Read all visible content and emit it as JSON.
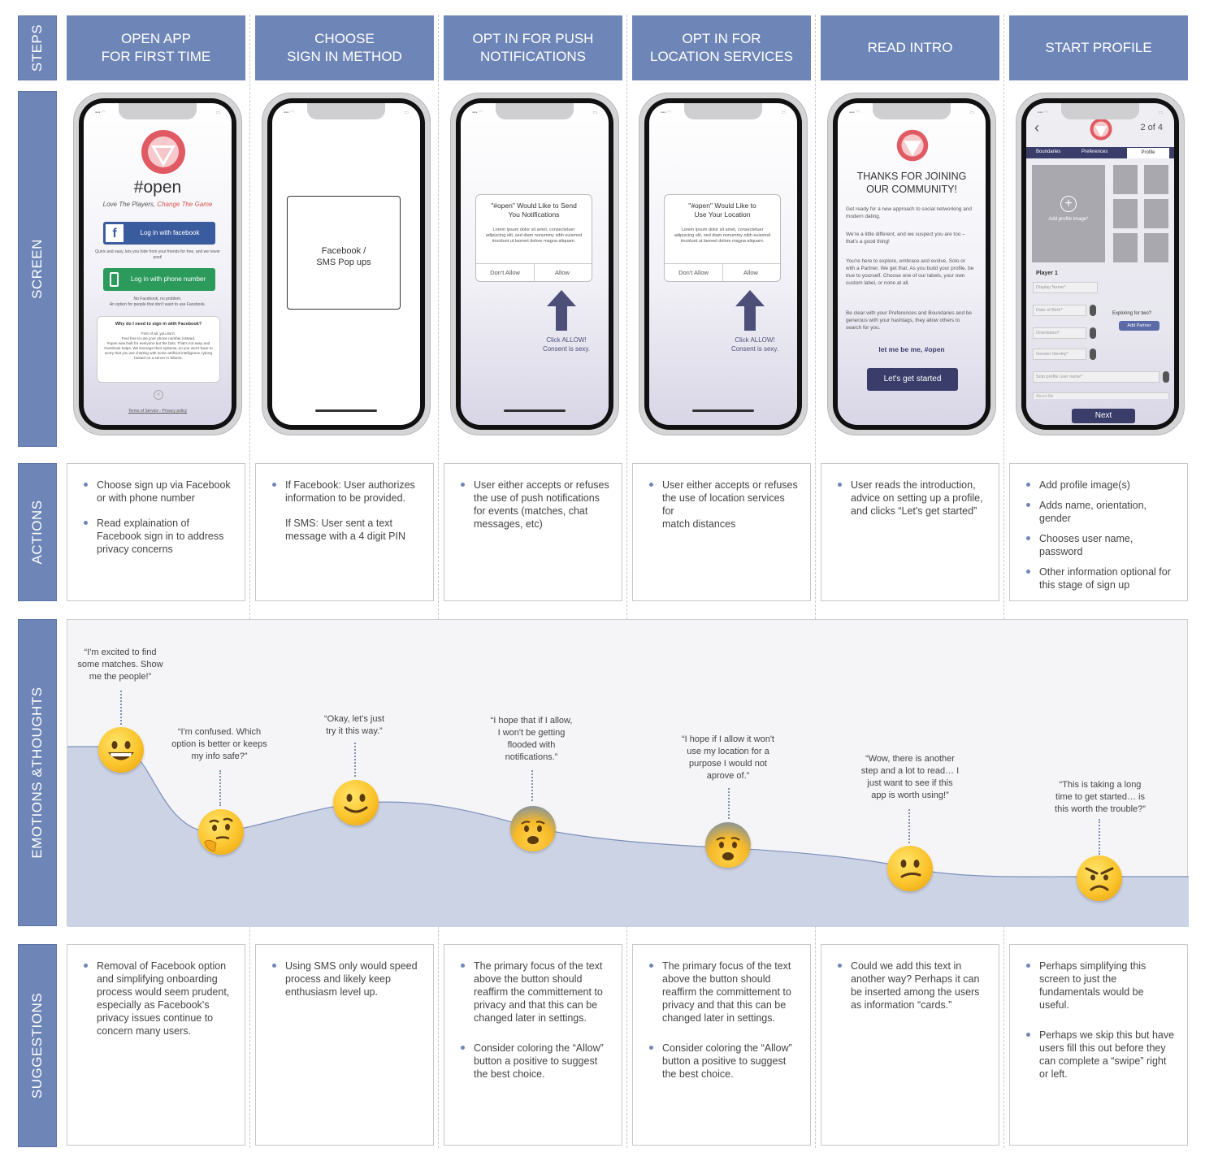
{
  "row_labels": {
    "steps": "STEPS",
    "screen": "SCREEN",
    "actions": "ACTIONS",
    "emotions": "EMOTIONS &THOUGHTS",
    "suggestions": "SUGGESTIONS"
  },
  "steps": [
    "OPEN APP\nFOR FIRST TIME",
    "CHOOSE\nSIGN IN METHOD",
    "OPT IN FOR PUSH\nNOTIFICATIONS",
    "OPT IN FOR\nLOCATION SERVICES",
    "READ INTRO",
    "START PROFILE"
  ],
  "screen1": {
    "brand": "#open",
    "tagline_a": "Love The Players,",
    "tagline_b": " Change The Game",
    "fb_button": "Log in with facebook",
    "fb_note": "Quick and easy, lets you hide from your friends for free, and we never post!",
    "phone_button": "Log in with phone number",
    "phone_note": "No Facebook, no problem.\nAn option for people that don't want to use Facebook.",
    "why_title": "Why do I need to sign in with Facebook?",
    "why_body": "First of all, you don't.\nFeel free to use your phone number instead.\n#open was built for everyone but the bots. That's not easy and Facebook helps. We leverage their systems, so you won't have to worry that you are chatting with some artificial intelligence cyborg hosted on a server in Siberia.",
    "footer": "Terms of Service - Privacy policy"
  },
  "screen2": {
    "popup": "Facebook /\nSMS Pop ups"
  },
  "screen3": {
    "title": "\"#open\" Would Like to Send\nYou Notifications",
    "body": "Lorem ipsum dolor sit amet, consectetuer adipiscing elit, sed diam nonummy nibh euismod tincidunt ut laoreet dolore magna aliquam.",
    "deny": "Don't Allow",
    "allow": "Allow",
    "hint": "Click ALLOW!\nConsent is sexy."
  },
  "screen4": {
    "title": "\"#open\" Would Like to\nUse Your Location",
    "body": "Lorem ipsum dolor sit amet, consectetuer adipiscing elit, sed diam nonummy nibh euismod tincidunt ut laoreet dolore magna aliquam.",
    "deny": "Don't Allow",
    "allow": "Allow",
    "hint": "Click ALLOW!\nConsent is sexy."
  },
  "screen5": {
    "title": "THANKS FOR JOINING\nOUR COMMUNITY!",
    "p1": "Get ready for a new approach to social networking and modern dating.",
    "p2": "We're a little different, and we suspect you are too – that's a good thing!",
    "p3": "You're here to explore, embrace and evolve, Solo or with a Partner. We get that. As you build your profile, be true to yourself. Choose one of our labels, your own custom label, or none at all.",
    "p4": "Be clear with your Preferences and Boundaries and be generous with your hashtags, they allow others to search for you.",
    "slogan": "let me be me, #open",
    "cta": "Let's get started"
  },
  "screen6": {
    "progress": "2 of 4",
    "tabs": [
      "Boundaries",
      "Preferences",
      "Profile"
    ],
    "add_image": "Add profile image*",
    "player": "Player 1",
    "fields": [
      "Display Name*",
      "Date of Birth*",
      "Orientation*",
      "Gender Identity*",
      "Solo profile user name*",
      "About Me"
    ],
    "partner_q": "Exploring for two?",
    "partner_btn": "Add Partner",
    "next": "Next"
  },
  "actions": [
    [
      "Choose sign up via Facebook\nor with phone number",
      "Read explaination of\nFacebook sign in to address\nprivacy concerns"
    ],
    [
      "If Facebook: User authorizes\ninformation to be provided.",
      "If SMS: User sent a text\nmessage with a 4 digit PIN"
    ],
    [
      "User either accepts or refuses\nthe use of push notifications\nfor events (matches, chat\nmessages, etc)"
    ],
    [
      "User either accepts or refuses\nthe use of location services for\nmatch distances"
    ],
    [
      "User reads the introduction,\nadvice on setting up a profile,\nand clicks “Let's get started”"
    ],
    [
      "Add profile image(s)",
      "Adds name, orientation,\ngender",
      "Chooses user name, password",
      "Other information optional for\nthis stage of sign up"
    ]
  ],
  "emotions": [
    {
      "quote": "“I'm excited to find\nsome matches. Show\nme the people!”",
      "face": "grin"
    },
    {
      "quote": "“I'm confused. Which\noption is better or keeps\nmy info safe?”",
      "face": "think"
    },
    {
      "quote": "“Okay, let's just\ntry it this way.”",
      "face": "smile"
    },
    {
      "quote": "“I hope that if I allow,\nI won't be getting\nflooded with\nnotifications.”",
      "face": "fear"
    },
    {
      "quote": "“I hope if I allow it won't\nuse my location for a\npurpose I would not\naprove of.”",
      "face": "fear"
    },
    {
      "quote": "“Wow, there is another\nstep and a lot to read… I\njust want to see if this\napp is worth using!”",
      "face": "confused"
    },
    {
      "quote": "“This is taking a long\ntime to get started… is\nthis worth the trouble?”",
      "face": "angry"
    }
  ],
  "suggestions": [
    [
      "Removal of Facebook option\nand simplifying onboarding\nprocess would seem prudent,\nespecially as Facebook's\nprivacy issues continue to\nconcern many users."
    ],
    [
      "Using SMS only would speed\nprocess and likely keep\nenthusiasm level up."
    ],
    [
      "The primary focus of the text\nabove the button should\nreaffirm the committement to\nprivacy and that this can be\nchanged later in settings.",
      "Consider coloring the “Allow”\nbutton a positive to suggest\nthe best choice."
    ],
    [
      "The primary focus of the text\nabove the button should\nreaffirm the committement to\nprivacy and that this can be\nchanged later in settings.",
      "Consider coloring the “Allow”\nbutton a positive to suggest\nthe best choice."
    ],
    [
      "Could we add this text in\nanother way? Perhaps it can\nbe inserted among the users\nas information “cards.”"
    ],
    [
      "Perhaps simplifying this\nscreen to just the\nfundamentals would be\nuseful.",
      "Perhaps we skip this but have\nusers fill this out before they\ncan complete a “swipe” right\nor left."
    ]
  ]
}
